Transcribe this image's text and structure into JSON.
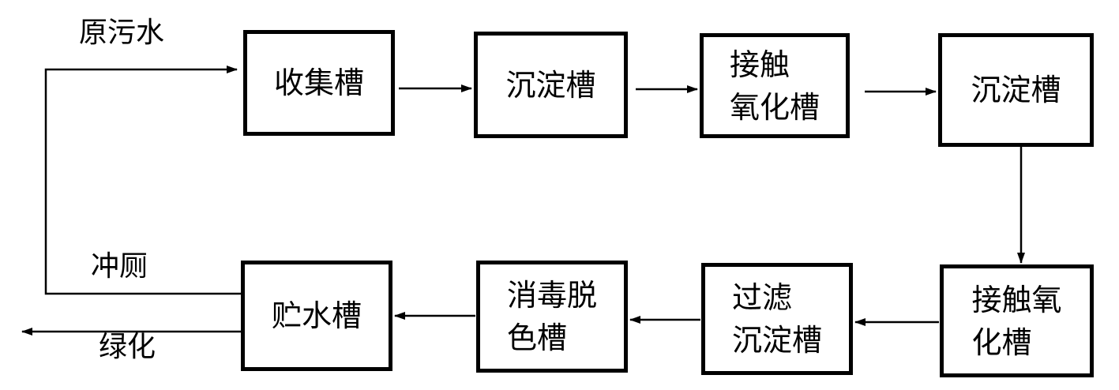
{
  "diagram": {
    "inflow_label": "原污水",
    "toilet_label": "冲厕",
    "greening_label": "绿化",
    "nodes": [
      {
        "lines": [
          "收集槽"
        ]
      },
      {
        "lines": [
          "沉淀槽"
        ]
      },
      {
        "lines": [
          "接触",
          "氧化槽"
        ]
      },
      {
        "lines": [
          "沉淀槽"
        ]
      },
      {
        "lines": [
          "接触氧",
          "化槽"
        ]
      },
      {
        "lines": [
          "过滤",
          "沉淀槽"
        ]
      },
      {
        "lines": [
          "消毒脱",
          "色槽"
        ]
      },
      {
        "lines": [
          "贮水槽"
        ]
      }
    ]
  },
  "colors": {
    "stroke": "#000000",
    "background": "#ffffff"
  }
}
